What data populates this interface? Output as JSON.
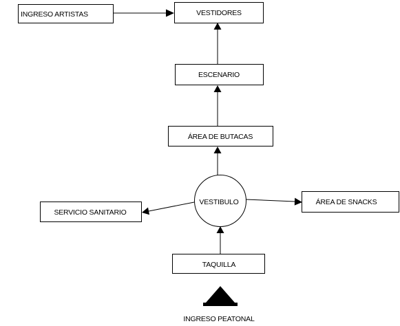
{
  "diagram": {
    "nodes": {
      "ingreso_artistas": "INGRESO ARTISTAS",
      "vestidores": "VESTIDORES",
      "escenario": "ESCENARIO",
      "area_butacas": "ÁREA DE BUTACAS",
      "vestibulo": "VESTIBULO",
      "servicio_sanitario": "SERVICIO SANITARIO",
      "area_snacks": "ÁREA DE SNACKS",
      "taquilla": "TAQUILLA",
      "ingreso_peatonal": "INGRESO PEATONAL"
    },
    "edges": [
      {
        "from": "ingreso_artistas",
        "to": "vestidores"
      },
      {
        "from": "escenario",
        "to": "vestidores"
      },
      {
        "from": "area_butacas",
        "to": "escenario"
      },
      {
        "from": "vestibulo",
        "to": "area_butacas"
      },
      {
        "from": "vestibulo",
        "to": "servicio_sanitario"
      },
      {
        "from": "vestibulo",
        "to": "area_snacks"
      },
      {
        "from": "taquilla",
        "to": "vestibulo"
      }
    ]
  }
}
